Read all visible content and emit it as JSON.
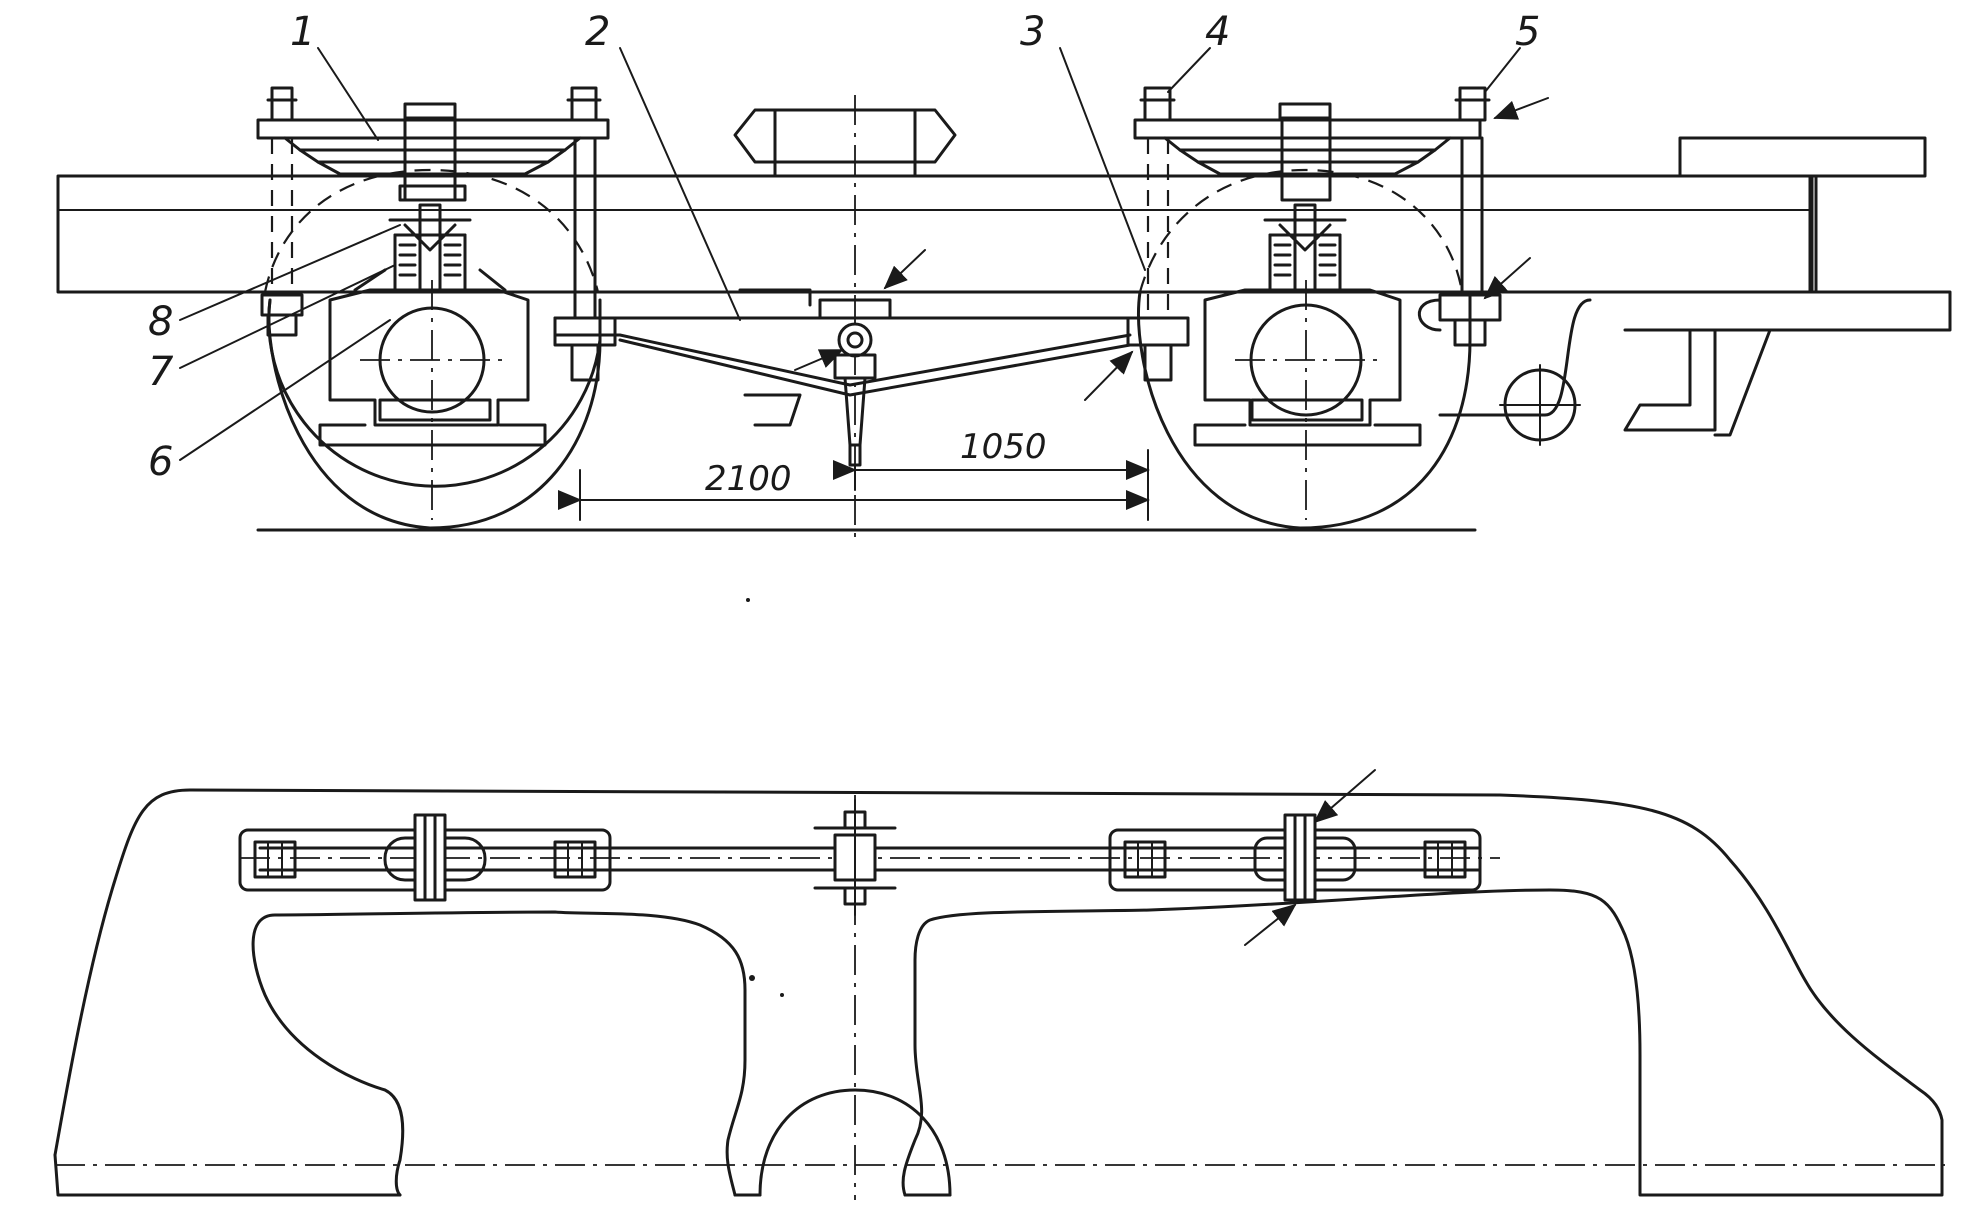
{
  "side_view": {
    "labels": {
      "l1": "1",
      "l2": "2",
      "l3": "3",
      "l4": "4",
      "l5": "5",
      "l6": "6",
      "l7": "7",
      "l8": "8"
    },
    "dimensions": {
      "wheelbase_half": "1050",
      "wheelbase": "2100"
    }
  }
}
